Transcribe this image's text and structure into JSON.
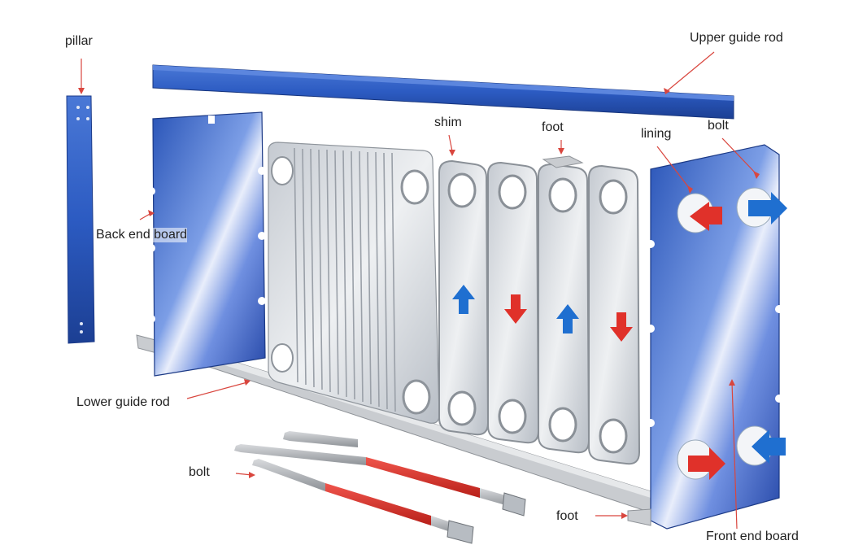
{
  "labels": {
    "pillar": "pillar",
    "upper_guide_rod": "Upper guide rod",
    "shim": "shim",
    "foot_top": "foot",
    "lining": "lining",
    "bolt_top": "bolt",
    "back_end_board": "Back end board",
    "lower_guide_rod": "Lower guide rod",
    "bolt_bottom": "bolt",
    "foot_bottom": "foot",
    "front_end_board": "Front end board"
  },
  "colors": {
    "frame_blue": "#2f63c6",
    "frame_blue_dark": "#1e3f8f",
    "plate_gray": "#d4d8dd",
    "hot_flow": "#e0312a",
    "cold_flow": "#1f6fd0",
    "pointer": "#d9463e"
  }
}
